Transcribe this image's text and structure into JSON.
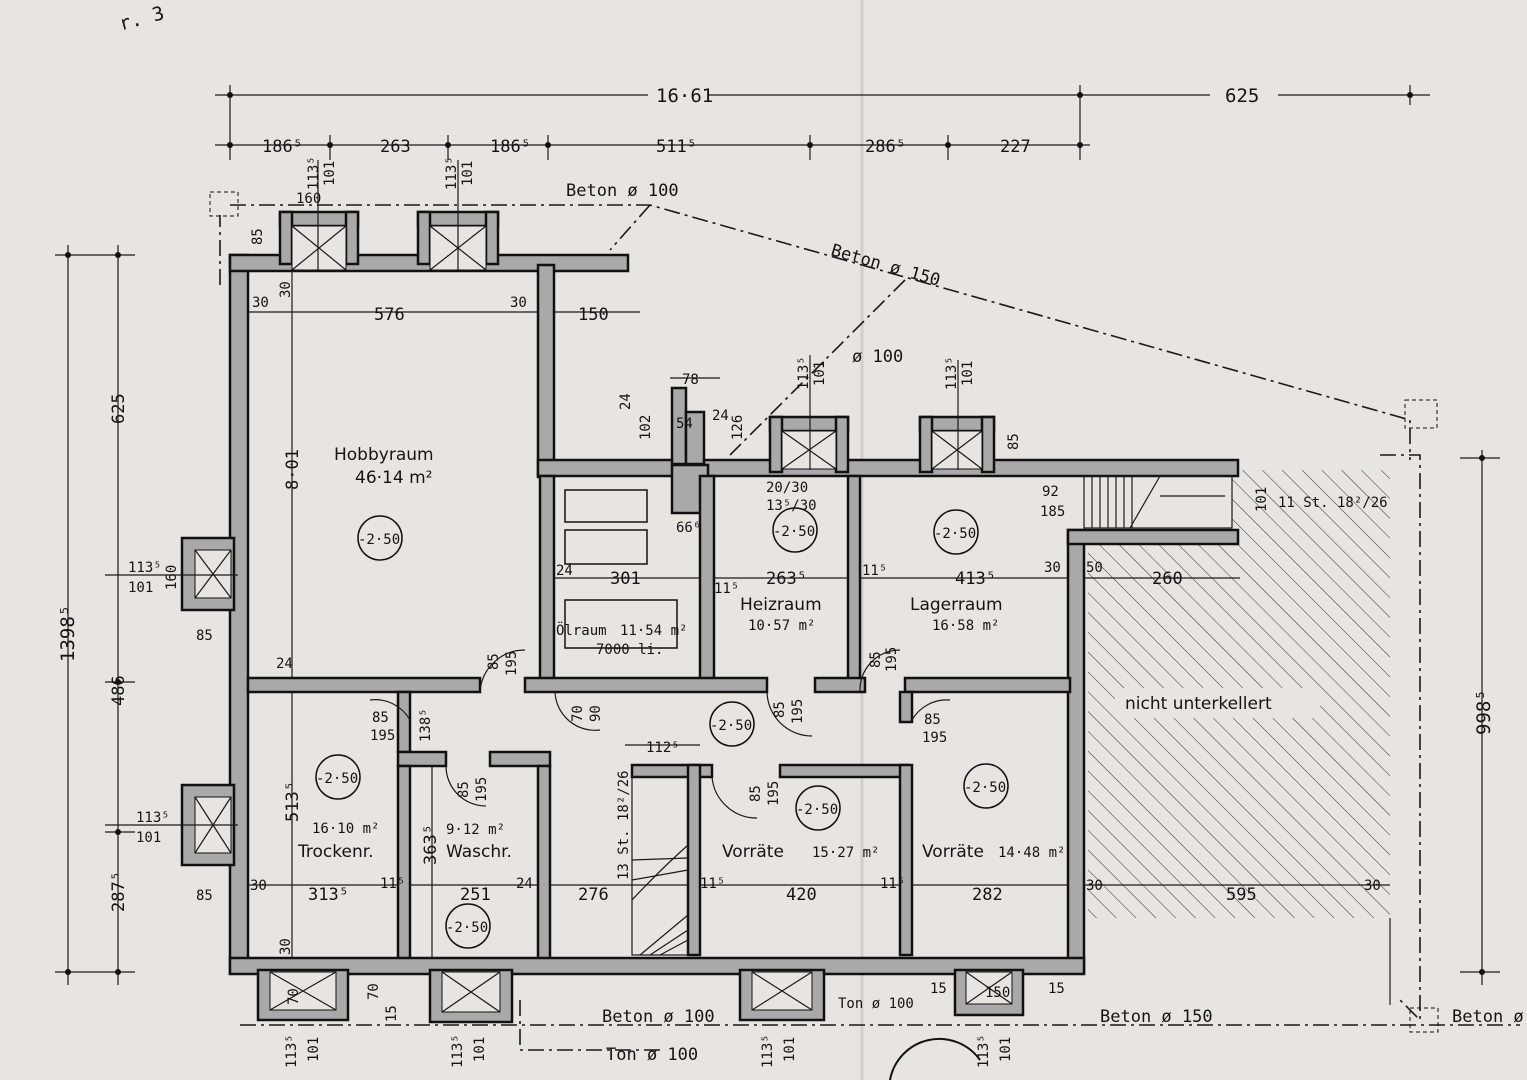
{
  "handwritten_note": "r. 3",
  "rooms": [
    {
      "name": "Hobbyraum",
      "area": "46·14 m²",
      "level": "-2·50"
    },
    {
      "name": "Ölraum",
      "area": "11·54 m²",
      "extra": "7000 li."
    },
    {
      "name": "Heizraum",
      "area": "10·57 m²",
      "level": "-2·50"
    },
    {
      "name": "Lagerraum",
      "area": "16·58 m²",
      "level": "-2·50"
    },
    {
      "name": "Trockenr.",
      "area": "16·10 m²",
      "level": "-2·50"
    },
    {
      "name": "Waschr.",
      "area": "9·12 m²",
      "level": "-2·50"
    },
    {
      "name": "Vorräte",
      "area": "15·27 m²",
      "level": "-2·50"
    },
    {
      "name": "Vorräte",
      "area": "14·48 m²",
      "level": "-2·50"
    }
  ],
  "hall_level": "-2·50",
  "unexcavated_label": "nicht unterkellert",
  "stairs": {
    "main": "11 St. 18²/26",
    "inner": "13 St. 18²/26"
  },
  "pipes": {
    "top_small": "Beton ø 100",
    "diagonal": "Beton ø 150",
    "branch": "ø 100",
    "bottom_left": "Beton ø 100",
    "bottom_right": "Beton ø 150",
    "bottom_far": "Beton ø",
    "ton_mid": "Ton ø 100",
    "ton_bottom": "Ton ø 100"
  },
  "dims": {
    "top_overall_left": "16·61",
    "top_overall_right": "625",
    "top_chain": [
      "186⁵",
      "263",
      "186⁵",
      "511⁵",
      "286⁵",
      "227"
    ],
    "left_overall": "1398⁵",
    "left_chain": [
      "625",
      "486",
      "287⁵"
    ],
    "right_overall": "998⁵",
    "hobby_width": "576",
    "hobby_depth": "8·01",
    "corr_width": "150",
    "olraum_width": "301",
    "heiz_width": "263⁵",
    "lager_width": "413⁵",
    "court_width": "260",
    "court_lower": "595",
    "trocken_depth": "513⁵",
    "trocken_width": "313⁵",
    "wasch_depth": "363⁵",
    "wasch_width": "251",
    "stair_width": "276",
    "vor1_width": "420",
    "vor2_width": "282",
    "hall_width": "112⁵",
    "chimney": [
      "78",
      "54",
      "24",
      "24",
      "102",
      "126"
    ],
    "flue": [
      "20/30",
      "13⁵/30",
      "66⁶"
    ],
    "window_dims": [
      "113⁵",
      "101"
    ],
    "wall_30": "30",
    "wall_24": "24",
    "wall_11": "11⁵",
    "wall_50": "50",
    "w85": "85",
    "w195": "195",
    "w160": "160",
    "w138": "138⁵",
    "w92": "92",
    "w185": "185",
    "w101": "101",
    "w70": "70",
    "w15": "15",
    "w150b": "150",
    "w90": "90"
  }
}
